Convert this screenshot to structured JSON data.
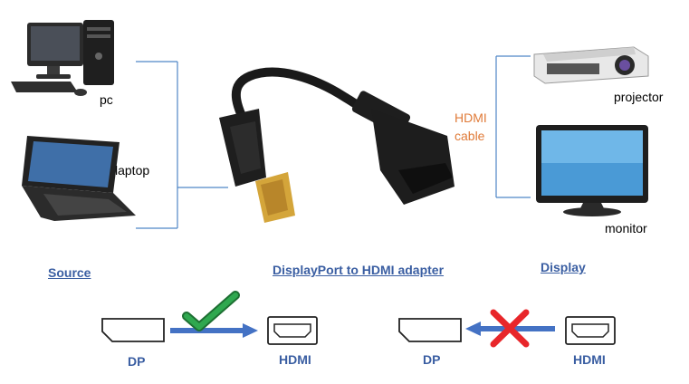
{
  "labels": {
    "pc": "pc",
    "laptop": "laptop",
    "projector": "projector",
    "monitor": "monitor",
    "hdmi_cable_line1": "HDMI",
    "hdmi_cable_line2": "cable"
  },
  "headers": {
    "source": "Source",
    "adapter": "DisplayPort to HDMI adapter",
    "display": "Display"
  },
  "compat": {
    "left_from": "DP",
    "left_to": "HDMI",
    "right_from": "DP",
    "right_to": "HDMI"
  },
  "colors": {
    "link_line": "#4f86c6",
    "arrow": "#4472c4",
    "check": "#2fa84f",
    "cross": "#e8262a",
    "header_text": "#3a5ea2",
    "cable_text": "#e07b39"
  },
  "icons": [
    "desktop-pc-icon",
    "laptop-icon",
    "adapter-cable-icon",
    "projector-icon",
    "monitor-icon",
    "dp-port-icon",
    "hdmi-port-icon",
    "check-icon",
    "cross-icon"
  ]
}
